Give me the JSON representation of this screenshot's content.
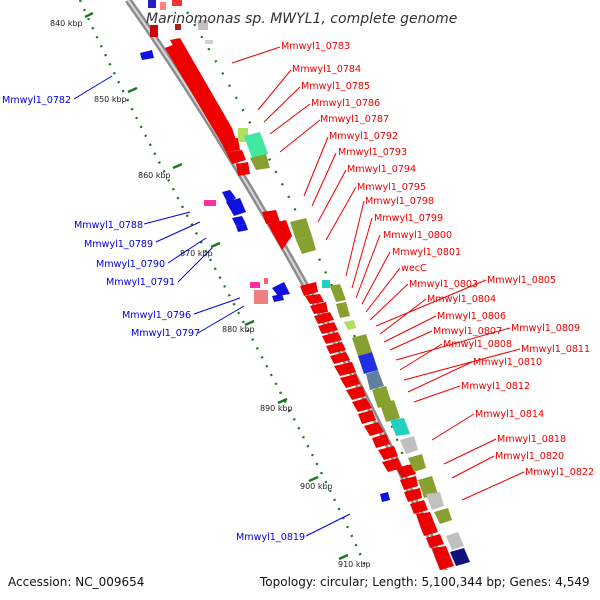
{
  "title": "Marinomonas sp. MWYL1, complete genome",
  "footer": {
    "accession": "Accession: NC_009654",
    "topology": "Topology: circular; Length: 5,100,344 bp; Genes: 4,549"
  },
  "kbp_ticks": [
    "840 kbp",
    "850 kbp",
    "860 kbp",
    "870 kbp",
    "880 kbp",
    "890 kbp",
    "900 kbp",
    "910 kbp"
  ],
  "gene_labels_forward": [
    "Mmwyl1_0783",
    "Mmwyl1_0784",
    "Mmwyl1_0785",
    "Mmwyl1_0786",
    "Mmwyl1_0787",
    "Mmwyl1_0792",
    "Mmwyl1_0793",
    "Mmwyl1_0794",
    "Mmwyl1_0795",
    "Mmwyl1_0798",
    "Mmwyl1_0799",
    "Mmwyl1_0800",
    "Mmwyl1_0801",
    "wecC",
    "Mmwyl1_0803",
    "Mmwyl1_0805",
    "Mmwyl1_0804",
    "Mmwyl1_0806",
    "Mmwyl1_0807",
    "Mmwyl1_0809",
    "Mmwyl1_0808",
    "Mmwyl1_0811",
    "Mmwyl1_0810",
    "Mmwyl1_0812",
    "Mmwyl1_0814",
    "Mmwyl1_0818",
    "Mmwyl1_0820",
    "Mmwyl1_0822"
  ],
  "gene_labels_reverse": [
    "Mmwyl1_0782",
    "Mmwyl1_0788",
    "Mmwyl1_0789",
    "Mmwyl1_0790",
    "Mmwyl1_0791",
    "Mmwyl1_0796",
    "Mmwyl1_0797",
    "Mmwyl1_0819"
  ],
  "colors": {
    "forward": "#ee0000",
    "reverse": "#0000dd",
    "backbone": "#999999",
    "gc_dots": "#1a7a1a",
    "cog_olive": "#88a030",
    "cog_teal": "#20d0c0",
    "cog_mint": "#40e8a0",
    "cog_lime": "#b0e060",
    "cog_navy": "#101080",
    "cog_grey": "#c0c0c0",
    "cog_steel": "#6080a0",
    "cog_pink": "#ff30a0",
    "cog_rose": "#f08080"
  }
}
